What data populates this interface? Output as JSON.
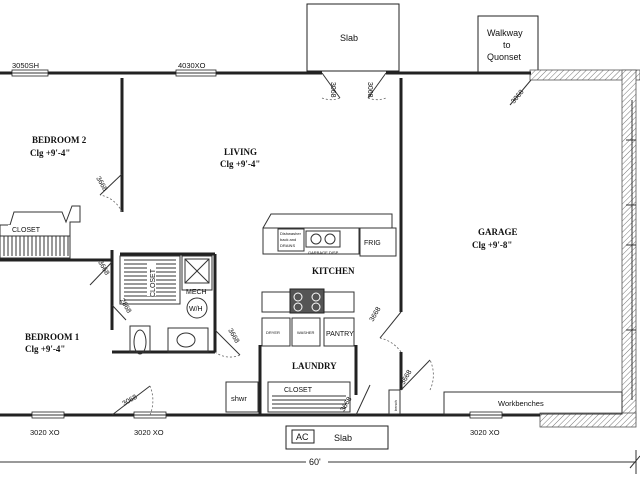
{
  "rooms": {
    "bedroom2": {
      "name": "BEDROOM 2",
      "ceiling": "Clg +9'-4\""
    },
    "living": {
      "name": "LIVING",
      "ceiling": "Clg +9'-4\""
    },
    "garage": {
      "name": "GARAGE",
      "ceiling": "Clg +9'-8\""
    },
    "kitchen": {
      "name": "KITCHEN"
    },
    "bedroom1": {
      "name": "BEDROOM 1",
      "ceiling": "Clg +9'-4\""
    },
    "laundry": {
      "name": "LAUNDRY"
    }
  },
  "exterior": {
    "slab_top": "Slab",
    "slab_bottom": "Slab",
    "ac": "AC",
    "walkway": [
      "Walkway",
      "to",
      "Quonset"
    ],
    "dimension": "60'"
  },
  "windows": {
    "top_left": "3050SH",
    "top_mid": "4030XO",
    "bottom_left": "3020 XO",
    "bottom_mid": "3020 XO",
    "bottom_right": "3020 XO"
  },
  "doors": {
    "slab_left": "3068",
    "slab_right": "3068",
    "garage_top": "3068",
    "bedroom2": "3668",
    "bed1_hall": "3668",
    "closet_hall": "2868",
    "bath": "3668",
    "bed1_bottom": "3068",
    "laundry_kitchen": "3668",
    "laundry_bottom": "3668",
    "garage_bottom": "3668"
  },
  "fixtures": {
    "closet_bed2": "CLOSET",
    "closet_bed1": "CLOSET",
    "closet_laundry": "CLOSET",
    "mech": "MECH",
    "wh": "W/H",
    "dryer": "DRYER",
    "washer": "WASHER",
    "pantry": "PANTRY",
    "frig": "FRIG",
    "dishwasher": [
      "Dishwasher",
      "back and",
      "DRAINS"
    ],
    "disposal": "GARBAGE DISP.",
    "shower": "shwr",
    "workbenches": "Workbenches",
    "bench": "bench"
  }
}
